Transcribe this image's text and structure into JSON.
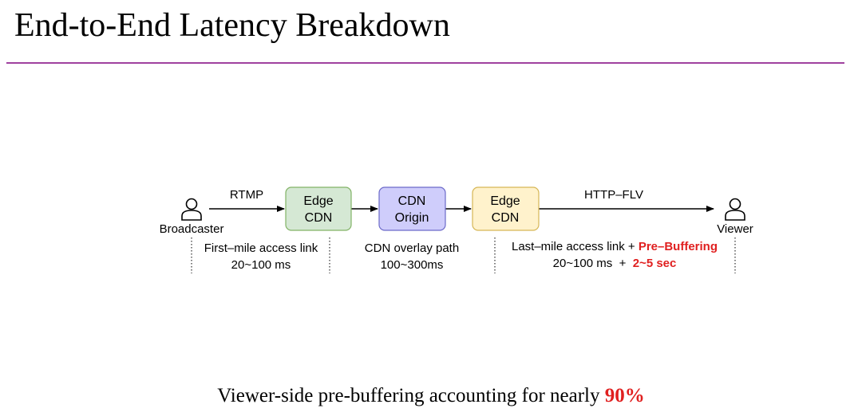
{
  "title": "End-to-End Latency Breakdown",
  "colors": {
    "title_rule": "#a0419f",
    "highlight": "#e02020",
    "edge_cdn_fill": "#d5e8d4",
    "edge_cdn_stroke": "#82b366",
    "origin_fill": "#cfcdfb",
    "origin_stroke": "#6c6ac9",
    "last_edge_fill": "#fff2cc",
    "last_edge_stroke": "#d6b656"
  },
  "diagram": {
    "broadcaster": {
      "label": "Broadcaster",
      "icon": "person-icon"
    },
    "viewer": {
      "label": "Viewer",
      "icon": "person-icon"
    },
    "nodes": {
      "edge1": {
        "line1": "Edge",
        "line2": "CDN"
      },
      "origin": {
        "line1": "CDN",
        "line2": "Origin"
      },
      "edge2": {
        "line1": "Edge",
        "line2": "CDN"
      }
    },
    "links": {
      "rtmp": "RTMP",
      "http_flv": "HTTP–FLV"
    },
    "segments": {
      "first_mile": {
        "line1": "First–mile access link",
        "line2": "20~100 ms"
      },
      "overlay": {
        "line1": "CDN overlay path",
        "line2": "100~300ms"
      },
      "last_mile": {
        "line1_prefix": "Last–mile access link + ",
        "line1_highlight": "Pre–Buffering",
        "line2_prefix": "20~100 ms  +  ",
        "line2_highlight": "2~5 sec"
      }
    }
  },
  "footer": {
    "text": "Viewer-side pre-buffering accounting for nearly ",
    "highlight": "90%"
  }
}
